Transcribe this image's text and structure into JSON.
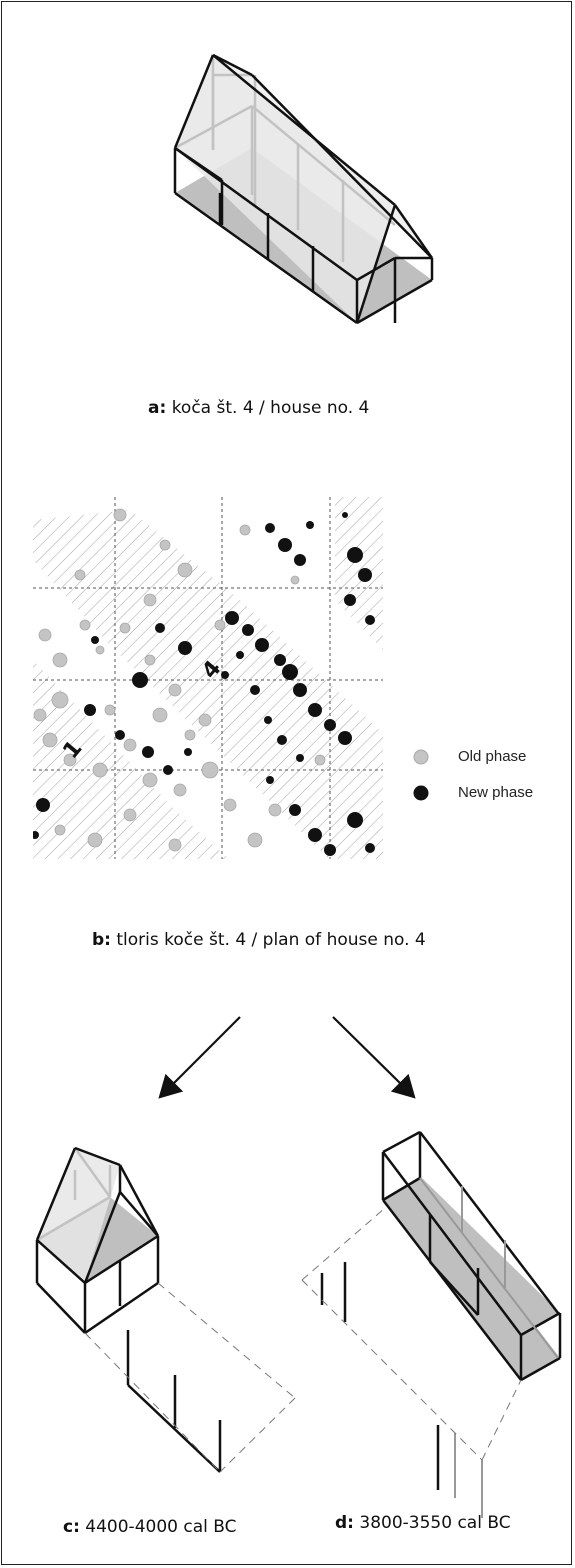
{
  "captions": {
    "a_letter": "a:",
    "a_text": "koča št. 4 / house no. 4",
    "b_letter": "b:",
    "b_text": "tloris koče št. 4 / plan of house no. 4",
    "c_letter": "c:",
    "c_text": "4400-4000 cal BC",
    "d_letter": "d:",
    "d_text": "3800-3550 cal BC"
  },
  "plan": {
    "house_labels": [
      "4",
      "1"
    ]
  },
  "legend": {
    "old_label": "Old phase",
    "new_label": "New phase",
    "old_color": "#c4c4c4",
    "new_color": "#111111"
  },
  "colors": {
    "outline": "#111111",
    "floor": "#bfbfbf",
    "roof": "#e6e6e6",
    "faint": "#c8c8c8"
  }
}
